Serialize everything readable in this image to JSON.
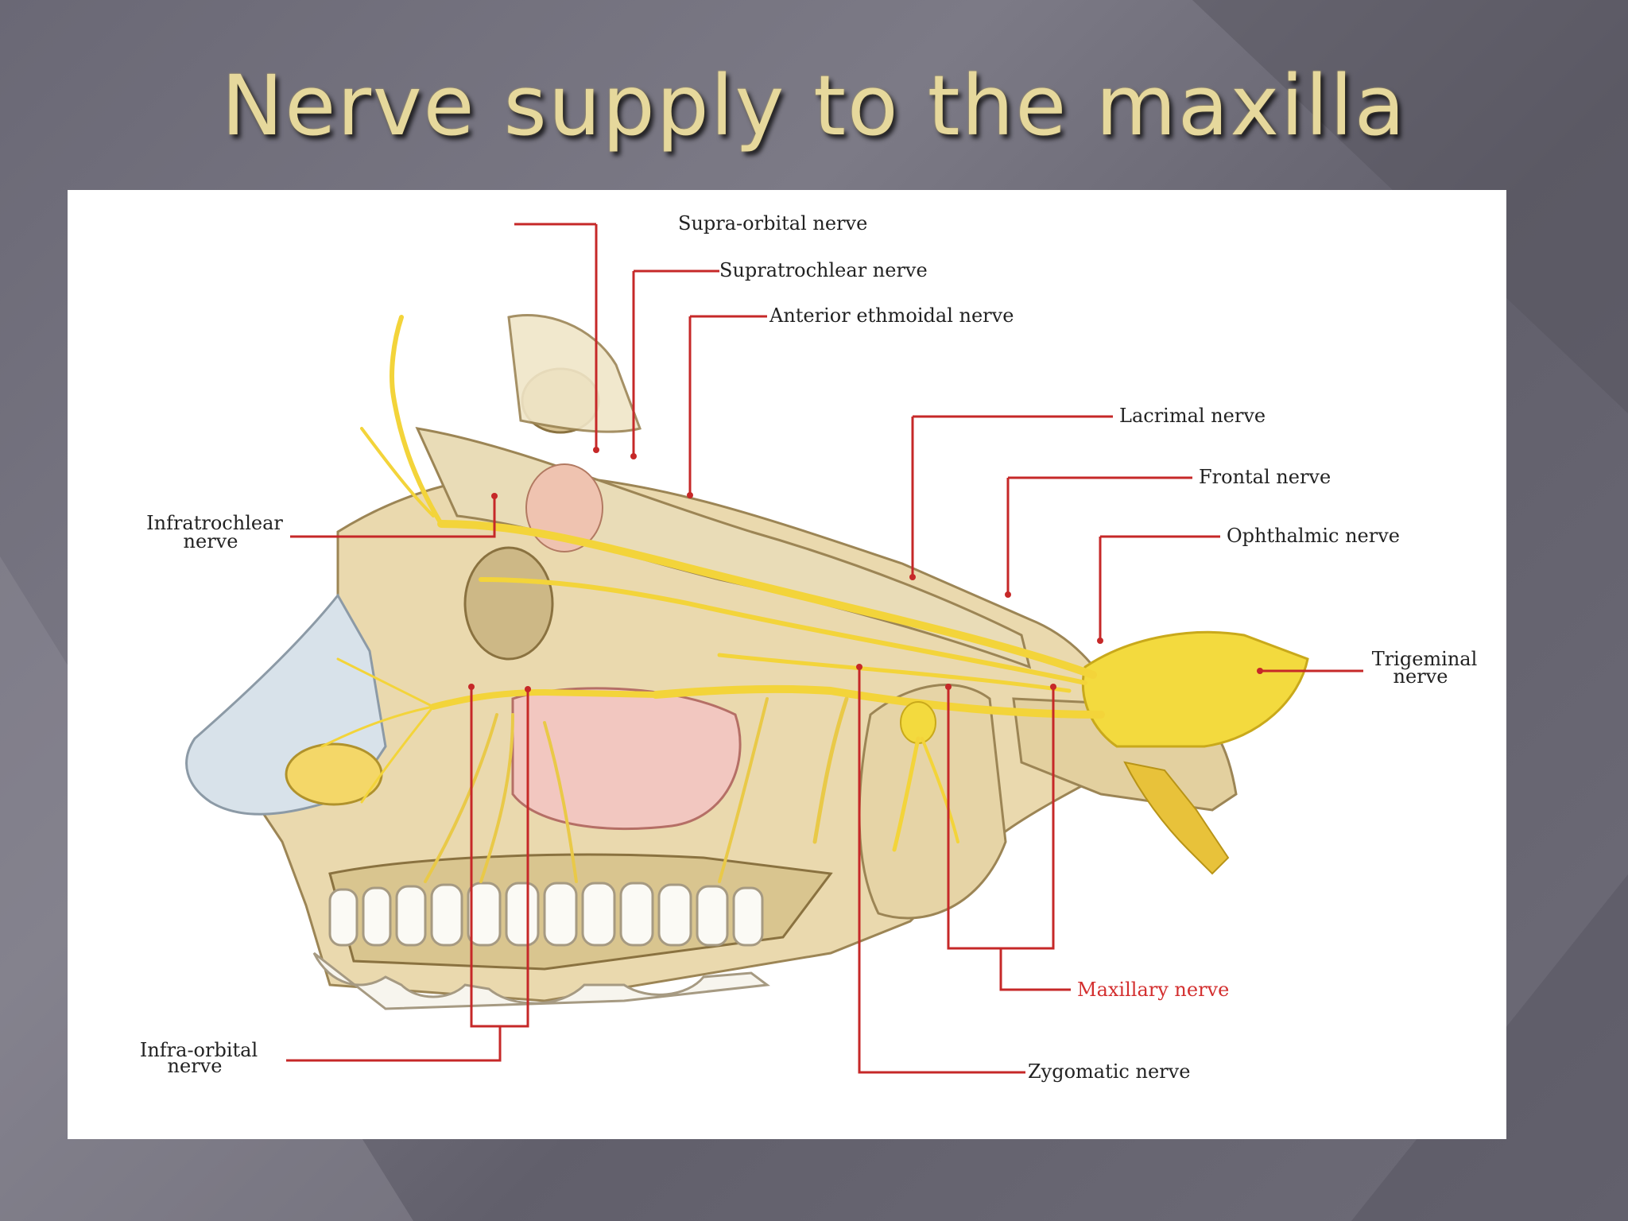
{
  "slide": {
    "title": "Nerve supply to the maxilla"
  },
  "labels": {
    "supra_orbital": "Supra-orbital nerve",
    "supratrochlear": "Supratrochlear nerve",
    "anterior_ethmoidal": "Anterior ethmoidal nerve",
    "lacrimal": "Lacrimal nerve",
    "frontal": "Frontal nerve",
    "ophthalmic": "Ophthalmic nerve",
    "infratrochlear_1": "Infratrochlear",
    "infratrochlear_2": "nerve",
    "trigeminal_1": "Trigeminal",
    "trigeminal_2": "nerve",
    "maxillary": "Maxillary nerve",
    "infra_orbital_1": "Infra-orbital",
    "infra_orbital_2": "nerve",
    "zygomatic": "Zygomatic nerve"
  },
  "colors": {
    "leader": "#c62828",
    "highlight_label": "#d32f2f",
    "label": "#222222",
    "nerve": "#f2d43a",
    "title": "#e6d89c"
  }
}
